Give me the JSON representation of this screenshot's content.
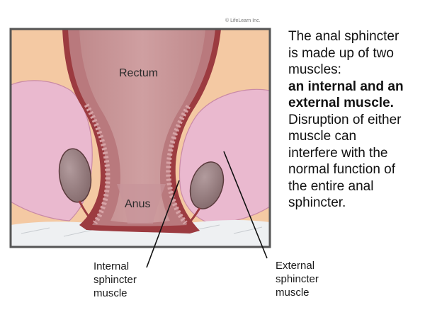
{
  "copyright": "© LifeLearn Inc.",
  "labels": {
    "rectum": "Rectum",
    "anus": "Anus"
  },
  "callouts": {
    "internal": [
      "Internal",
      "sphincter",
      "muscle"
    ],
    "external": [
      "External",
      "sphincter",
      "muscle"
    ]
  },
  "description": {
    "lines": [
      "The anal sphincter",
      "is made up of two",
      "muscles:",
      "an internal and an",
      "external muscle.",
      "Disruption of either",
      "muscle can",
      "interfere with the",
      "normal function of",
      "the entire anal",
      "sphincter."
    ],
    "bold_lines": [
      3,
      4
    ]
  },
  "colors": {
    "skin": "#f4c9a3",
    "muscle_pink": "#eab9cf",
    "rectum_wall": "#b9797d",
    "dark_red": "#9c3b40",
    "gland": "#8f7476",
    "frame": "#555555"
  }
}
